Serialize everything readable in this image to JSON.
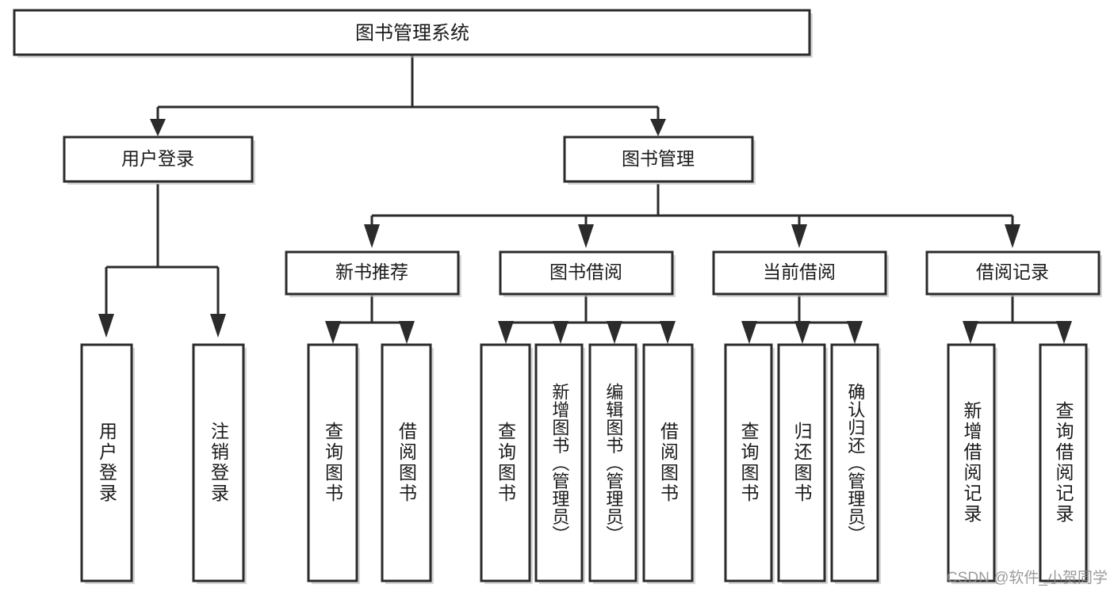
{
  "diagram": {
    "type": "tree-hierarchy",
    "title": "图书管理系统",
    "watermark": "CSDN @软件_小贺同学",
    "colors": {
      "stroke": "#2b2b2b",
      "fill": "#ffffff",
      "text": "#1a1a1a",
      "watermark": "#8a8a8a",
      "background": "#ffffff"
    },
    "nodes": {
      "root": {
        "label": "图书管理系统",
        "level": 1
      },
      "level2": [
        {
          "id": "user-login",
          "label": "用户登录"
        },
        {
          "id": "book-management",
          "label": "图书管理"
        }
      ],
      "level3": [
        {
          "id": "new-book-recommend",
          "label": "新书推荐",
          "parent": "book-management"
        },
        {
          "id": "book-borrow",
          "label": "图书借阅",
          "parent": "book-management"
        },
        {
          "id": "current-borrow",
          "label": "当前借阅",
          "parent": "book-management"
        },
        {
          "id": "borrow-record",
          "label": "借阅记录",
          "parent": "book-management"
        }
      ],
      "leaves": {
        "user-login": [
          {
            "id": "leaf-user-login",
            "label": "用户登录"
          },
          {
            "id": "leaf-logout",
            "label": "注销登录"
          }
        ],
        "new-book-recommend": [
          {
            "id": "leaf-query-book-1",
            "label": "查询图书"
          },
          {
            "id": "leaf-borrow-book-1",
            "label": "借阅图书"
          }
        ],
        "book-borrow": [
          {
            "id": "leaf-query-book-2",
            "label": "查询图书"
          },
          {
            "id": "leaf-add-book",
            "label": "新增图书（管理员）"
          },
          {
            "id": "leaf-edit-book",
            "label": "编辑图书（管理员）"
          },
          {
            "id": "leaf-borrow-book-2",
            "label": "借阅图书"
          }
        ],
        "current-borrow": [
          {
            "id": "leaf-query-book-3",
            "label": "查询图书"
          },
          {
            "id": "leaf-return-book",
            "label": "归还图书"
          },
          {
            "id": "leaf-confirm-return",
            "label": "确认归还（管理员）"
          }
        ],
        "borrow-record": [
          {
            "id": "leaf-add-record",
            "label": "新增借阅记录"
          },
          {
            "id": "leaf-query-record",
            "label": "查询借阅记录"
          }
        ]
      }
    }
  }
}
